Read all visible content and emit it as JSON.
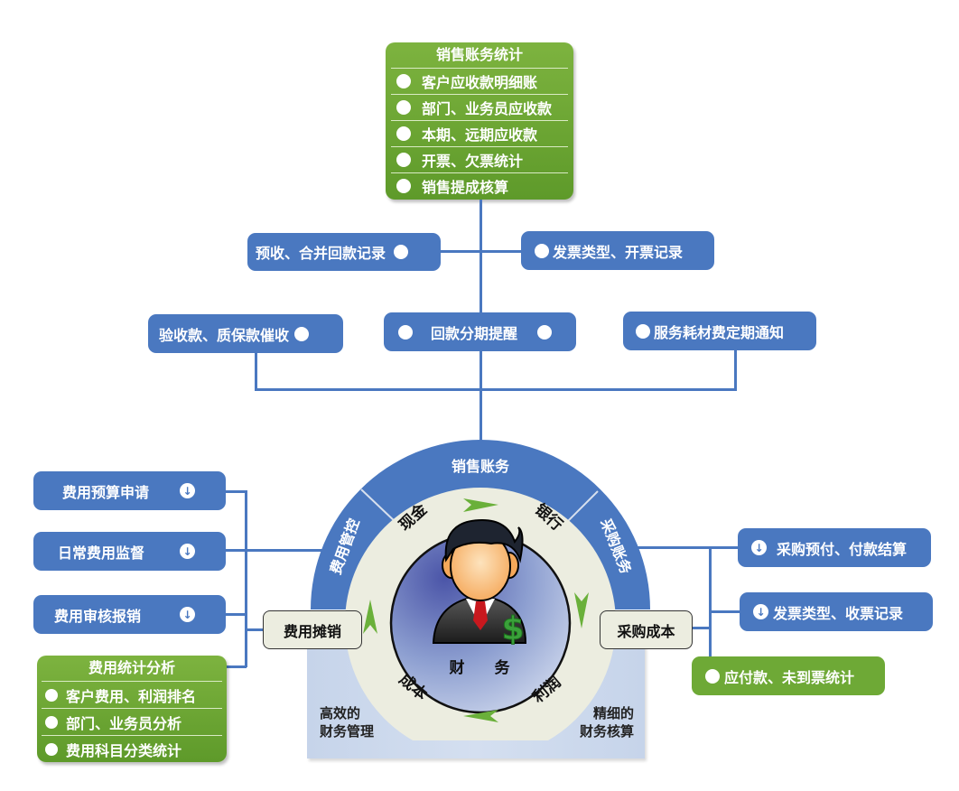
{
  "top_panel": {
    "title": "销售账务统计",
    "items": [
      "客户应收款明细账",
      "部门、业务员应收款",
      "本期、远期应收款",
      "开票、欠票统计",
      "销售提成核算"
    ]
  },
  "sales_branches": {
    "left": "预收、合并回款记录",
    "right": "发票类型、开票记录",
    "row2_left": "验收款、质保款催收",
    "row2_center": "回款分期提醒",
    "row2_right": "服务耗材费定期通知"
  },
  "expense_branches": {
    "items": [
      "费用预算申请",
      "日常费用监督",
      "费用审核报销"
    ],
    "icon": "↓"
  },
  "expense_panel": {
    "title": "费用统计分析",
    "items": [
      "客户费用、利润排名",
      "部门、业务员分析",
      "费用科目分类统计"
    ]
  },
  "purchase_branches": {
    "items": [
      "采购预付、付款结算",
      "发票类型、收票记录"
    ],
    "green_item": "应付款、未到票统计",
    "icon": "↓"
  },
  "wheel": {
    "outer_top": "销售账务",
    "outer_left": "费用管控",
    "outer_right": "采购账务",
    "inner_cash": "现金",
    "inner_bank": "银行",
    "inner_cost": "成本",
    "inner_profit": "利润",
    "center_label_1": "财",
    "center_label_2": "务",
    "left_tag": "费用摊销",
    "right_tag": "采购成本",
    "bottom_left_1": "高效的",
    "bottom_left_2": "财务管理",
    "bottom_right_1": "精细的",
    "bottom_right_2": "财务核算"
  },
  "colors": {
    "blue": "#4a78c0",
    "green": "#6ea936",
    "beige": "#ecede0",
    "panel_bg": "#cfdbee",
    "arrow_green": "#6ab03a"
  }
}
